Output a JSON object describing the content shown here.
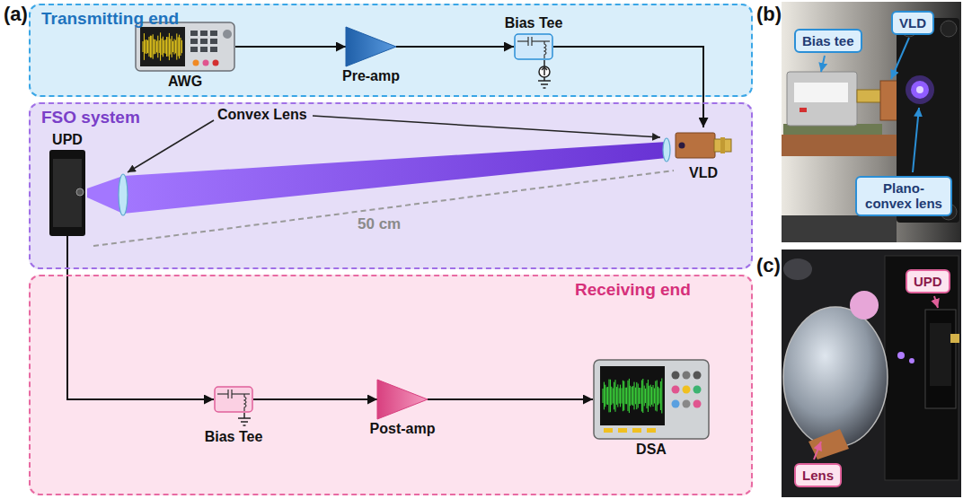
{
  "diagram": {
    "nodes": [
      {
        "text": [
          "Transmitting end"
        ]
      },
      {
        "text": [
          "AWG"
        ],
        "in": 0
      },
      {
        "text": [
          "Pre-amp"
        ],
        "in": 0
      },
      {
        "text": [
          "Bias Tee"
        ],
        "in": 0
      },
      {
        "text": [
          "FSO system"
        ]
      },
      {
        "text": [
          "VLD"
        ],
        "in": 4
      },
      {
        "text": [
          "UPD"
        ],
        "in": 4
      },
      {
        "text": [
          "Receiving end"
        ]
      },
      {
        "text": [
          "Bias Tee"
        ],
        "in": 7
      },
      {
        "text": [
          "Post-amp"
        ],
        "in": 7
      },
      {
        "text": [
          "DSA"
        ],
        "in": 7
      },
      {
        "text": [
          "Bias tee"
        ]
      },
      {
        "text": [
          "VLD"
        ]
      },
      {
        "text": [
          "Plano-convex lens"
        ]
      },
      {
        "text": [
          "UPD"
        ]
      },
      {
        "text": [
          "Lens"
        ]
      }
    ],
    "edges": [
      {
        "from": 1,
        "to": 2,
        "arrow": "to"
      },
      {
        "from": 2,
        "to": 3,
        "arrow": "to"
      },
      {
        "from": 3,
        "to": 5,
        "arrow": "to"
      },
      {
        "from": 6,
        "to": 8,
        "arrow": "to"
      },
      {
        "from": 8,
        "to": 9,
        "arrow": "to"
      },
      {
        "from": 9,
        "to": 10,
        "arrow": "to"
      }
    ],
    "labels": [
      "(a)",
      "Convex Lens",
      "50 cm",
      "(b)",
      "(c)"
    ]
  }
}
